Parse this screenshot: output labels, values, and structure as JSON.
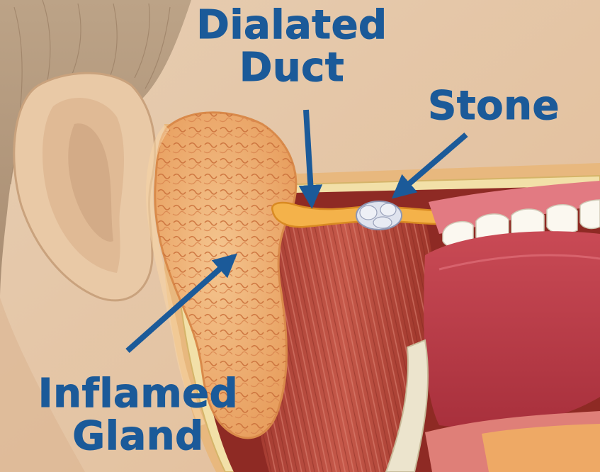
{
  "labels": {
    "duct": {
      "line1": "Dialated",
      "line2": "Duct"
    },
    "stone": "Stone",
    "gland": {
      "line1": "Inflamed",
      "line2": "Gland"
    }
  },
  "colors": {
    "label_text": "#1b5a99",
    "arrow": "#1b5a99",
    "skin": "#e8c9a6",
    "hair": "#b99c80",
    "gland": "#f0b478",
    "muscle": "#b8493c",
    "tongue": "#c23a48",
    "teeth": "#fbf8f0",
    "stone": "#dfe3ee",
    "duct": "#f3b04a"
  }
}
